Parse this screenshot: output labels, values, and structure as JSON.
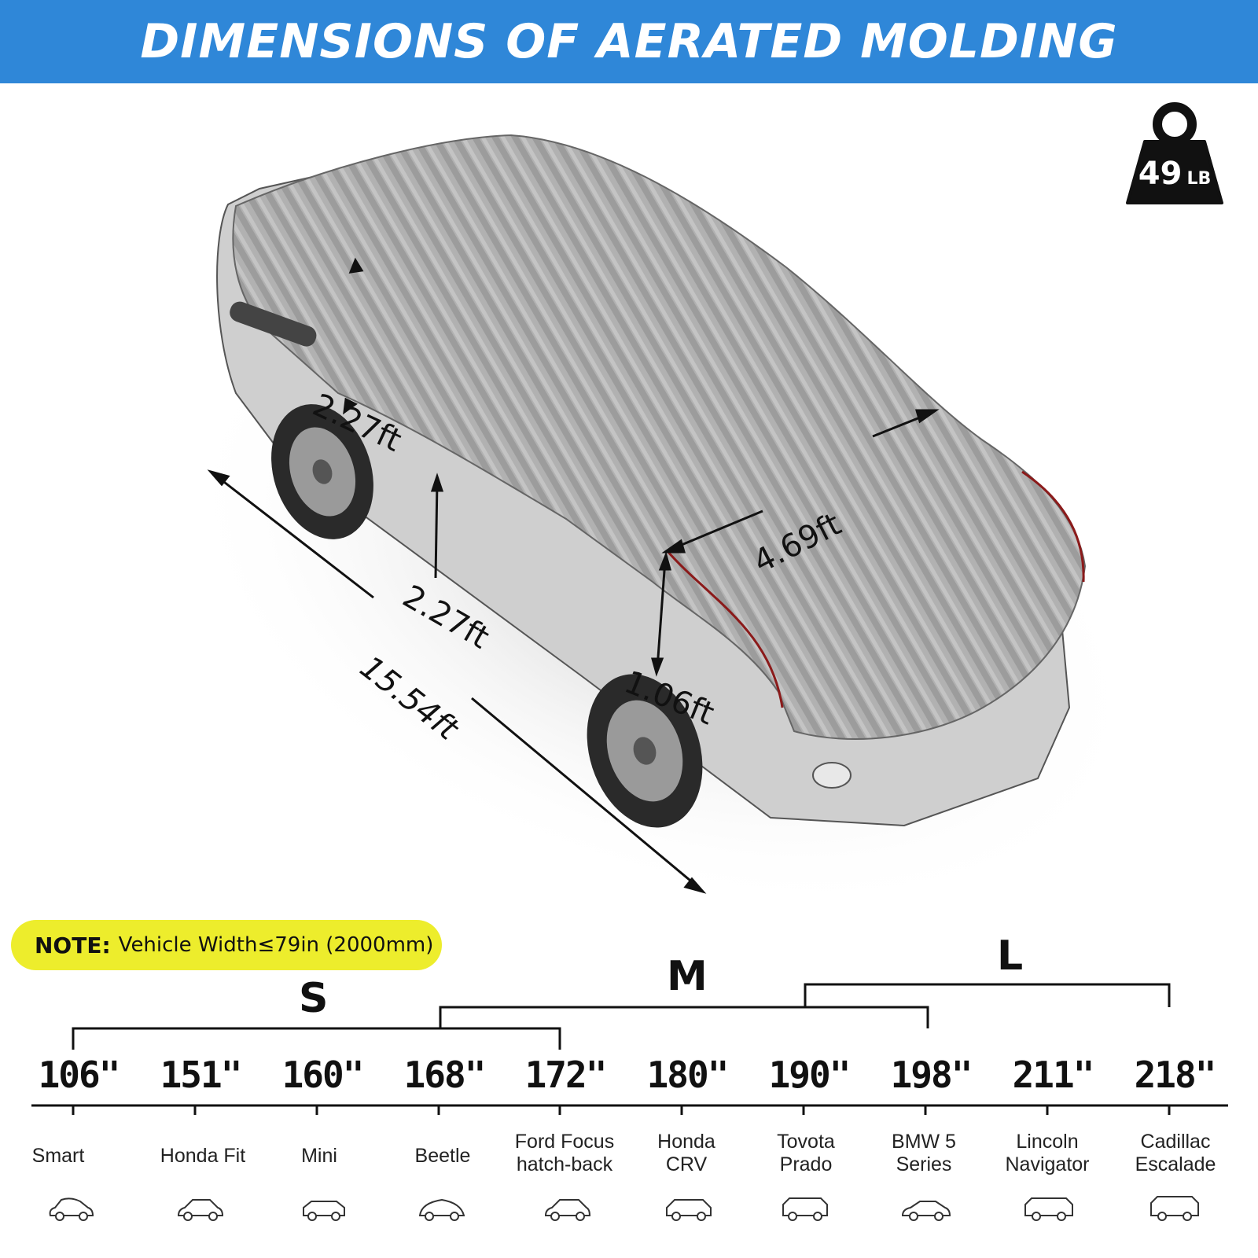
{
  "header": {
    "title": "DIMENSIONS OF AERATED MOLDING"
  },
  "weight": {
    "value": "49",
    "unit": "LB"
  },
  "dimensions": {
    "length": "15.54ft",
    "width": "4.69ft",
    "side_height_rear": "2.27ft",
    "side_height_middle": "2.27ft",
    "front_height": "1.06ft"
  },
  "note": {
    "label": "NOTE:",
    "text": "Vehicle Width≤79in (2000mm)"
  },
  "sizes": {
    "s": "S",
    "m": "M",
    "l": "L"
  },
  "scale": [
    {
      "value": "106\"",
      "car": "Smart"
    },
    {
      "value": "151\"",
      "car": "Honda Fit"
    },
    {
      "value": "160\"",
      "car": "Mini"
    },
    {
      "value": "168\"",
      "car": "Beetle"
    },
    {
      "value": "172\"",
      "car": "Ford Focus\nhatch-back"
    },
    {
      "value": "180\"",
      "car": "Honda\nCRV"
    },
    {
      "value": "190\"",
      "car": "Tovota\nPrado"
    },
    {
      "value": "198\"",
      "car": "BMW 5\nSeries"
    },
    {
      "value": "211\"",
      "car": "Lincoln\nNavigator"
    },
    {
      "value": "218\"",
      "car": "Cadillac\nEscalade"
    }
  ],
  "icons": {
    "weight": "weight-icon",
    "car": "car-icon"
  }
}
